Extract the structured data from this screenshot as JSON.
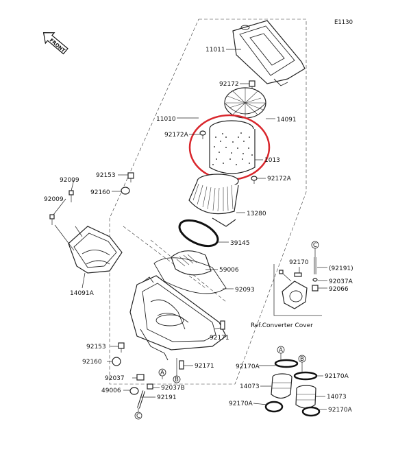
{
  "figure_code": "E1130",
  "front_label": "FRONT",
  "ref_text": "Ref.Converter Cover",
  "highlight_color": "#d9262c",
  "parts": [
    {
      "id": "p11011",
      "text": "11011"
    },
    {
      "id": "p92172a",
      "text": "92172"
    },
    {
      "id": "p14091",
      "text": "14091"
    },
    {
      "id": "p11010",
      "text": "11010"
    },
    {
      "id": "p92172A_a",
      "text": "92172A"
    },
    {
      "id": "p1013",
      "text": "1013"
    },
    {
      "id": "p92172A_b",
      "text": "92172A"
    },
    {
      "id": "p92153a",
      "text": "92153"
    },
    {
      "id": "p92009a",
      "text": "92009"
    },
    {
      "id": "p92160a",
      "text": "92160"
    },
    {
      "id": "p92009b",
      "text": "92009"
    },
    {
      "id": "p13280",
      "text": "13280"
    },
    {
      "id": "p39145",
      "text": "39145"
    },
    {
      "id": "p59006",
      "text": "59006"
    },
    {
      "id": "p92093",
      "text": "92093"
    },
    {
      "id": "p14091A",
      "text": "14091A"
    },
    {
      "id": "p92170",
      "text": "92170"
    },
    {
      "id": "p92191a",
      "text": "(92191)"
    },
    {
      "id": "p92037A",
      "text": "92037A"
    },
    {
      "id": "p92066",
      "text": "92066"
    },
    {
      "id": "p92171a",
      "text": "92171"
    },
    {
      "id": "p92153b",
      "text": "92153"
    },
    {
      "id": "p92160b",
      "text": "92160"
    },
    {
      "id": "p92171b",
      "text": "92171"
    },
    {
      "id": "p92037",
      "text": "92037"
    },
    {
      "id": "p92037B",
      "text": "92037B"
    },
    {
      "id": "p49006",
      "text": "49006"
    },
    {
      "id": "p92191b",
      "text": "92191"
    },
    {
      "id": "p92170A_a",
      "text": "92170A"
    },
    {
      "id": "p14073a",
      "text": "14073"
    },
    {
      "id": "p92170A_b",
      "text": "92170A"
    },
    {
      "id": "p92170A_c",
      "text": "92170A"
    },
    {
      "id": "p14073b",
      "text": "14073"
    },
    {
      "id": "p92170A_d",
      "text": "92170A"
    }
  ],
  "callouts": [
    {
      "id": "cA1",
      "text": "A"
    },
    {
      "id": "cB1",
      "text": "B"
    },
    {
      "id": "cC1",
      "text": "C"
    },
    {
      "id": "cA2",
      "text": "A"
    },
    {
      "id": "cB2",
      "text": "B"
    },
    {
      "id": "cC2",
      "text": "C"
    }
  ]
}
